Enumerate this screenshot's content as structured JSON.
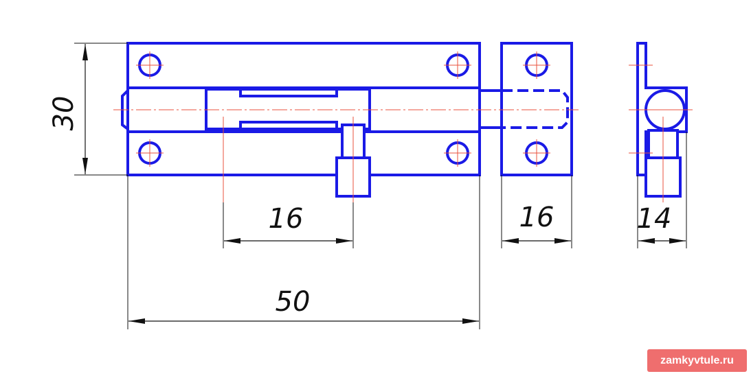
{
  "dimensions": {
    "height": "30",
    "bolt_travel": "16",
    "strike_width": "16",
    "side_thickness": "14",
    "total_length": "50"
  },
  "watermark": "zamkyvtule.ru",
  "colors": {
    "outline": "#1a1ae6",
    "centerline": "#e8503c",
    "dimension": "#111111",
    "watermark_bg": "#ef6e6e"
  }
}
